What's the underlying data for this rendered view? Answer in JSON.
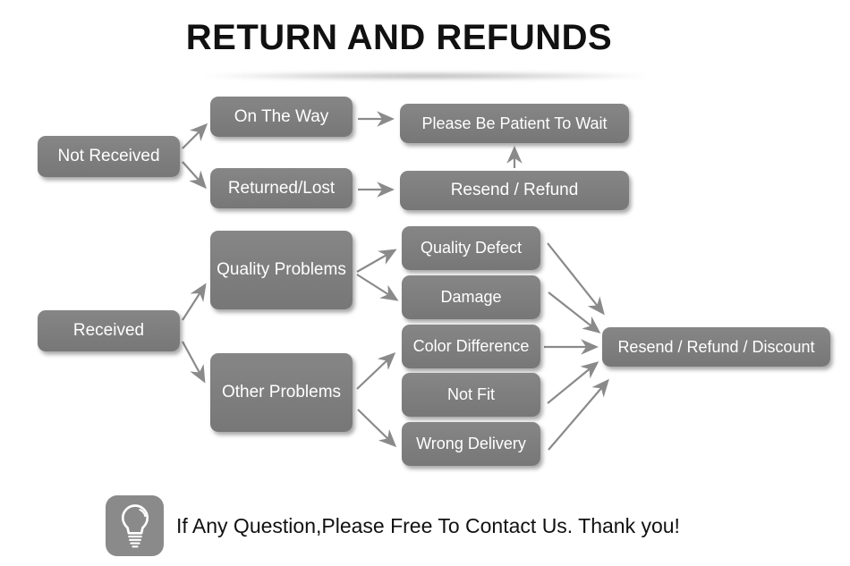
{
  "title": "RETURN AND REFUNDS",
  "flowchart": {
    "nodes": {
      "not_received": "Not Received",
      "on_the_way": "On The Way",
      "returned_lost": "Returned/Lost",
      "please_wait": "Please Be Patient To Wait",
      "resend_refund": "Resend / Refund",
      "received": "Received",
      "quality_problems": "Quality Problems",
      "other_problems": "Other Problems",
      "quality_defect": "Quality Defect",
      "damage": "Damage",
      "color_difference": "Color Difference",
      "not_fit": "Not Fit",
      "wrong_delivery": "Wrong Delivery",
      "resend_refund_discount": "Resend / Refund / Discount"
    },
    "edges": [
      {
        "from": "not_received",
        "to": "on_the_way"
      },
      {
        "from": "not_received",
        "to": "returned_lost"
      },
      {
        "from": "on_the_way",
        "to": "please_wait"
      },
      {
        "from": "returned_lost",
        "to": "resend_refund"
      },
      {
        "from": "resend_refund",
        "to": "please_wait"
      },
      {
        "from": "received",
        "to": "quality_problems"
      },
      {
        "from": "received",
        "to": "other_problems"
      },
      {
        "from": "quality_problems",
        "to": "quality_defect"
      },
      {
        "from": "quality_problems",
        "to": "damage"
      },
      {
        "from": "other_problems",
        "to": "color_difference"
      },
      {
        "from": "other_problems",
        "to": "wrong_delivery"
      },
      {
        "from": "quality_defect",
        "to": "resend_refund_discount"
      },
      {
        "from": "damage",
        "to": "resend_refund_discount"
      },
      {
        "from": "color_difference",
        "to": "resend_refund_discount"
      },
      {
        "from": "not_fit",
        "to": "resend_refund_discount"
      },
      {
        "from": "wrong_delivery",
        "to": "resend_refund_discount"
      }
    ]
  },
  "footer": {
    "icon": "lightbulb-icon",
    "note": "If Any Question,Please Free To Contact Us. Thank you!"
  },
  "colors": {
    "box": "#7e7e7e",
    "box_text": "#ffffff",
    "arrow": "#8a8a8a",
    "title": "#111111",
    "background": "#ffffff"
  }
}
